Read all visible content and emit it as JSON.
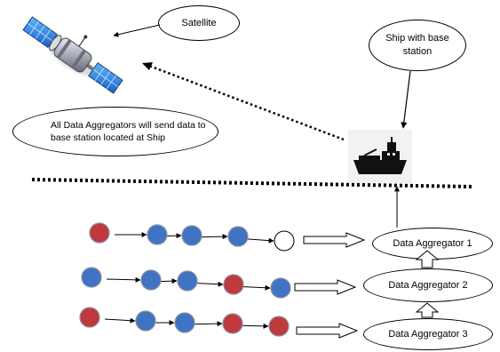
{
  "callouts": {
    "satellite": "Satellite",
    "ship_line1": "Ship with base",
    "ship_line2": "station",
    "info_line1": "All Data Aggregators will send data to",
    "info_line2": "base station  located at Ship"
  },
  "aggregators": [
    "Data Aggregator 1",
    "Data Aggregator 2",
    "Data Aggregator 3"
  ],
  "node_colors": {
    "blue": "#3f73c4",
    "red": "#c0393c",
    "empty": "#ffffff"
  },
  "rows": [
    {
      "nodes": [
        "red",
        "blue",
        "blue",
        "blue",
        "empty"
      ]
    },
    {
      "nodes": [
        "blue",
        "blue",
        "blue",
        "red",
        "blue"
      ]
    },
    {
      "nodes": [
        "red",
        "blue",
        "blue",
        "red",
        "red"
      ]
    }
  ],
  "icons": {
    "satellite": "satellite-icon",
    "ship": "ship-icon"
  }
}
